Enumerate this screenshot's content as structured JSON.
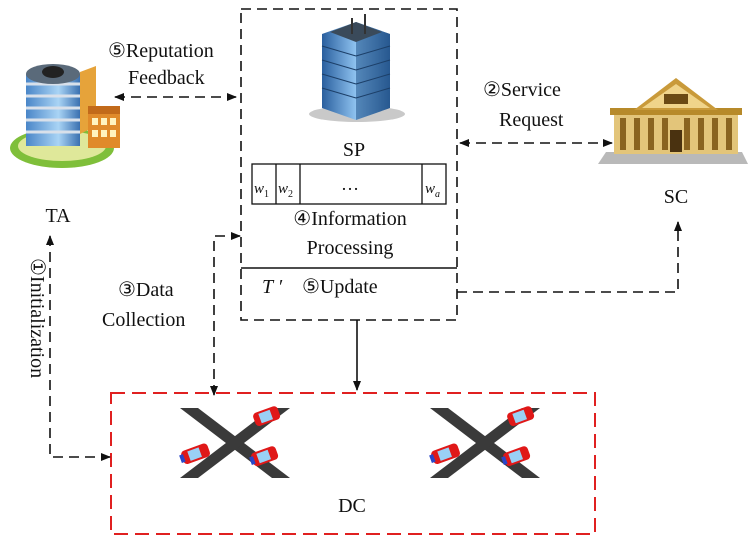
{
  "nodes": {
    "ta": "TA",
    "sp": "SP",
    "sc": "SC",
    "dc": "DC"
  },
  "steps": {
    "reputation_feedback": [
      "⑤Reputation",
      "Feedback"
    ],
    "service_request": [
      "②Service",
      "Request"
    ],
    "information_processing": [
      "④Information",
      "Processing"
    ],
    "data_collection": [
      "③Data",
      "Collection"
    ],
    "update": "⑤Update",
    "initialization": "①Initialization"
  },
  "weights": {
    "w1": "w",
    "w1_sub": "1",
    "w2": "w",
    "w2_sub": "2",
    "ellipsis": "…",
    "wa": "w",
    "wa_sub": "a"
  },
  "t_prime": "T ′",
  "colors": {
    "dc_border": "#e02020",
    "line": "#111111"
  },
  "icons": {
    "ta": "office-building-icon",
    "sp": "skyscraper-icon",
    "sc": "government-building-icon",
    "dc": "intersection-with-cars-icon"
  }
}
